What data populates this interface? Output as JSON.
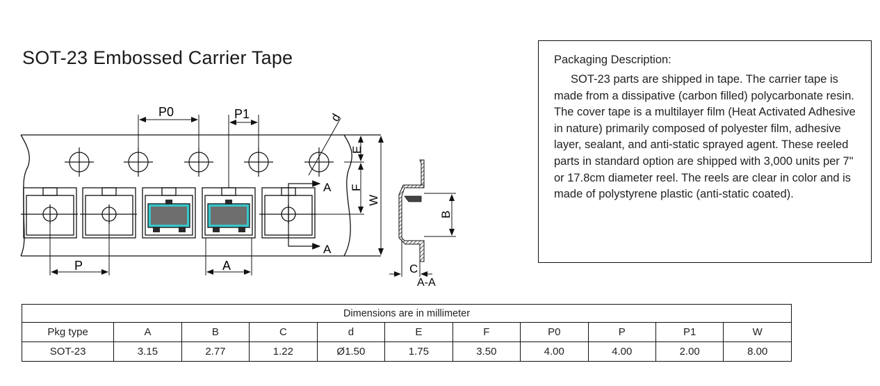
{
  "title": "SOT-23  Embossed Carrier Tape",
  "description": {
    "heading": "Packaging Description:",
    "body": "SOT-23 parts are shipped in tape. The carrier tape is made from a dissipative (carbon filled) polycarbonate resin. The cover tape is a multilayer film (Heat Activated Adhesive in nature) primarily composed of polyester film, adhesive layer, sealant, and anti-static sprayed agent. These reeled parts in standard option are shipped with 3,000 units per 7\" or 17.8cm diameter reel. The reels are clear in color and is made of polystyrene plastic (anti-static coated)."
  },
  "drawing_labels": {
    "p0": "P0",
    "p1": "P1",
    "d": "d",
    "e": "E",
    "f": "F",
    "w": "W",
    "a_top": "A",
    "a_bottom": "A",
    "p": "P",
    "a_dim": "A",
    "b": "B",
    "c": "C",
    "section": "A-A"
  },
  "colors": {
    "device_highlight": "#39c6cc",
    "device_body": "#6e6e6e",
    "lead": "#2a2a2a",
    "section_hatch": "#333333"
  },
  "table": {
    "caption": "Dimensions are in millimeter",
    "headers": [
      "Pkg type",
      "A",
      "B",
      "C",
      "d",
      "E",
      "F",
      "P0",
      "P",
      "P1",
      "W"
    ],
    "rows": [
      [
        "SOT-23",
        "3.15",
        "2.77",
        "1.22",
        "Ø1.50",
        "1.75",
        "3.50",
        "4.00",
        "4.00",
        "2.00",
        "8.00"
      ]
    ]
  }
}
